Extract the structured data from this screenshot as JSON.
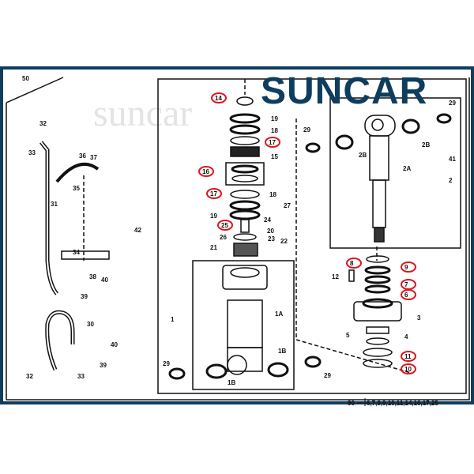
{
  "logo": {
    "text": "SUNCAR",
    "color": "#0e3d5e"
  },
  "watermark": {
    "text": "suncar"
  },
  "callouts": [
    "50",
    "32",
    "33",
    "36",
    "37",
    "35",
    "31",
    "42",
    "34",
    "38",
    "40",
    "39",
    "30",
    "40",
    "39",
    "32",
    "33",
    "14",
    "19",
    "18",
    "17",
    "15",
    "16",
    "17",
    "18",
    "27",
    "19",
    "24",
    "25",
    "20",
    "26",
    "23",
    "22",
    "21",
    "1",
    "1A",
    "1B",
    "29",
    "1B",
    "29",
    "29",
    "29",
    "2B",
    "2B",
    "41",
    "2A",
    "2",
    "9",
    "8",
    "12",
    "7",
    "6",
    "3",
    "4",
    "5",
    "11",
    "10"
  ],
  "highlighted_color": "#e0141c",
  "footer": {
    "ref": "90",
    "kit_items": "6,7,8,9,10,11,14,16,17,25"
  }
}
